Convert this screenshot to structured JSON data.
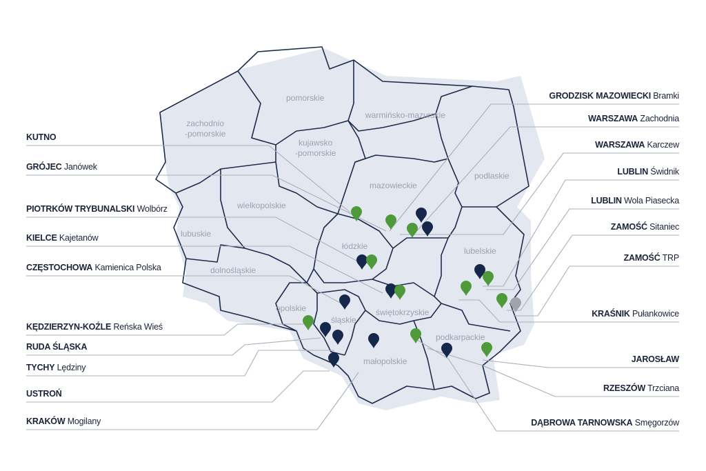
{
  "colors": {
    "navy": "#15274a",
    "green": "#4e9a3a",
    "gray": "#a0a5ad",
    "land": "#e3e7ef",
    "border": "#1e2b4d",
    "leader": "#a9afba"
  },
  "regions": [
    "zachodnio\n-pomorskie",
    "pomorskie",
    "warmińsko-mazurskie",
    "kujawsko\n-pomorskie",
    "mazowieckie",
    "podlaskie",
    "wielkopolskie",
    "lubuskie",
    "łódzkie",
    "lubelskie",
    "dolnośląskie",
    "opolskie",
    "śląskie",
    "świętokrzyskie",
    "podkarpackie",
    "małopolskie"
  ],
  "left_labels": [
    {
      "city": "KUTNO",
      "place": ""
    },
    {
      "city": "GRÓJEC",
      "place": "Janówek"
    },
    {
      "city": "PIOTRKÓW TRYBUNALSKI",
      "place": "Wolbórz"
    },
    {
      "city": "KIELCE",
      "place": "Kajetanów"
    },
    {
      "city": "CZĘSTOCHOWA",
      "place": "Kamienica Polska"
    },
    {
      "city": "KĘDZIERZYN-KOŹLE",
      "place": "Reńska Wieś"
    },
    {
      "city": "RUDA ŚLĄSKA",
      "place": ""
    },
    {
      "city": "TYCHY",
      "place": "Lędziny"
    },
    {
      "city": "USTROŃ",
      "place": ""
    },
    {
      "city": "KRAKÓW",
      "place": "Mogilany"
    }
  ],
  "right_labels": [
    {
      "city": "GRODZISK MAZOWIECKI",
      "place": "Bramki"
    },
    {
      "city": "WARSZAWA",
      "place": "Zachodnia"
    },
    {
      "city": "WARSZAWA",
      "place": "Karczew"
    },
    {
      "city": "LUBLIN",
      "place": "Świdnik"
    },
    {
      "city": "LUBLIN",
      "place": "Wola Piasecka"
    },
    {
      "city": "ZAMOŚĆ",
      "place": "Sitaniec"
    },
    {
      "city": "ZAMOŚĆ",
      "place": "TRP"
    },
    {
      "city": "KRAŚNIK",
      "place": "Pułankowice"
    },
    {
      "city": "JAROSŁAW",
      "place": ""
    },
    {
      "city": "RZESZÓW",
      "place": "Trzciana"
    },
    {
      "city": "DĄBROWA TARNOWSKA",
      "place": "Smęgorzów"
    }
  ]
}
